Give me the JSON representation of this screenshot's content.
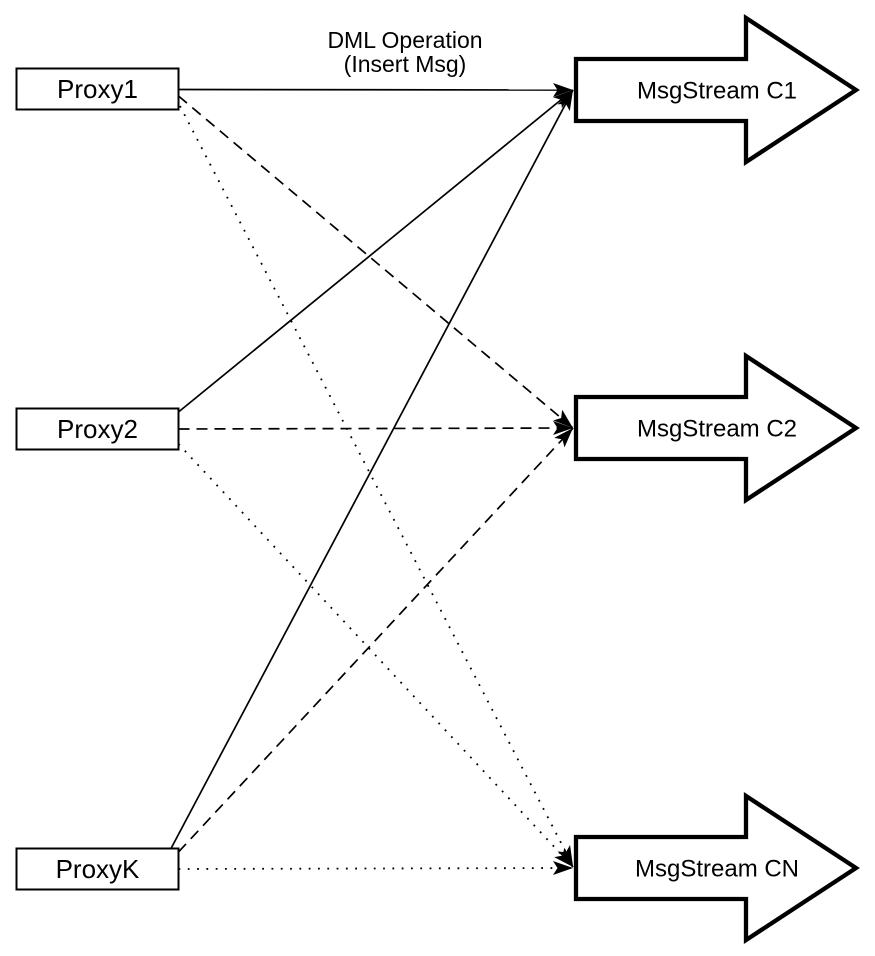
{
  "diagram": {
    "annotation": {
      "line1": "DML Operation",
      "line2": "(Insert Msg)"
    },
    "proxies": [
      {
        "label": "Proxy1"
      },
      {
        "label": "Proxy2"
      },
      {
        "label": "ProxyK"
      }
    ],
    "streams": [
      {
        "label": "MsgStream C1"
      },
      {
        "label": "MsgStream C2"
      },
      {
        "label": "MsgStream CN"
      }
    ],
    "connections": [
      {
        "from": "Proxy1",
        "to": "MsgStream C1",
        "style": "solid"
      },
      {
        "from": "Proxy2",
        "to": "MsgStream C1",
        "style": "solid"
      },
      {
        "from": "ProxyK",
        "to": "MsgStream C1",
        "style": "solid"
      },
      {
        "from": "Proxy1",
        "to": "MsgStream C2",
        "style": "dashed"
      },
      {
        "from": "Proxy2",
        "to": "MsgStream C2",
        "style": "dashed"
      },
      {
        "from": "ProxyK",
        "to": "MsgStream C2",
        "style": "dashed"
      },
      {
        "from": "Proxy1",
        "to": "MsgStream CN",
        "style": "dotted"
      },
      {
        "from": "Proxy2",
        "to": "MsgStream CN",
        "style": "dotted"
      },
      {
        "from": "ProxyK",
        "to": "MsgStream CN",
        "style": "dotted"
      }
    ],
    "colors": {
      "stroke": "#000000",
      "fill": "#ffffff",
      "background": "#ffffff"
    }
  }
}
